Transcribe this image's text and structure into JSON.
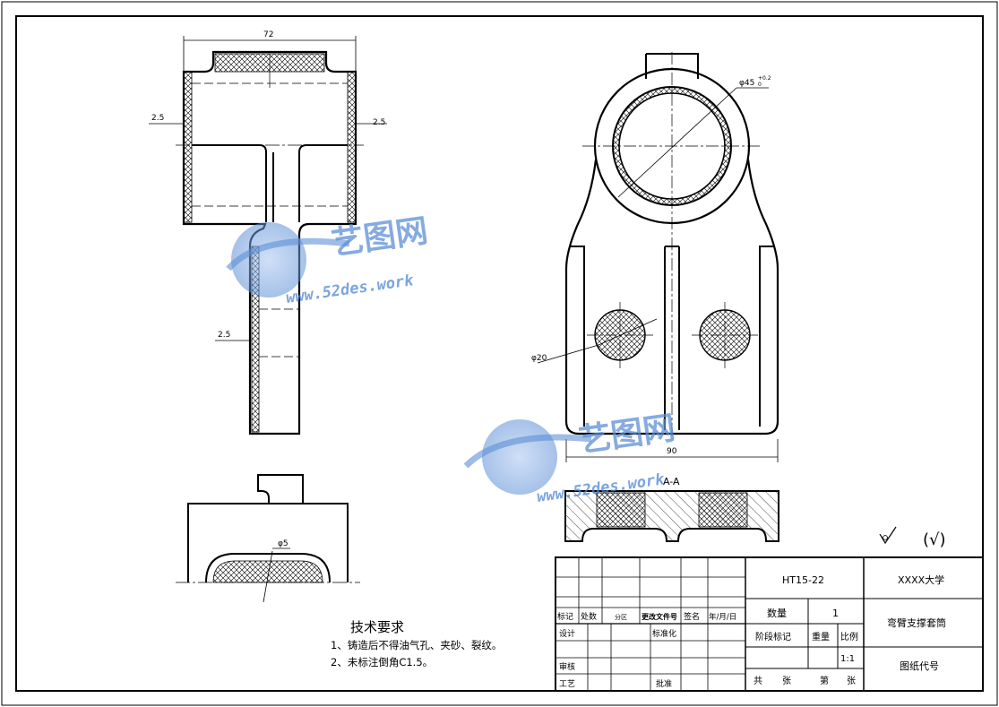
{
  "drawing": {
    "dimensions": {
      "top_width": "72",
      "left_wall": "2.5",
      "right_wall": "2.5",
      "stem_wall": "2.5",
      "hole_small": "φ5",
      "bore_main": "φ45",
      "bore_tol_upper": "+0.2",
      "bore_tol_lower": "0",
      "pin_dia": "φ20",
      "base_width": "90"
    },
    "section_label": "A-A",
    "roughness_symbol": "√",
    "roughness_paren": "(√)"
  },
  "technical_requirements": {
    "title": "技术要求",
    "items": [
      "1、铸造后不得油气孔、夹砂、裂纹。",
      "2、未标注倒角C1.5。"
    ]
  },
  "title_block": {
    "material": "HT15-22",
    "school": "XXXX大学",
    "part_name": "弯臂支撑套筒",
    "drawing_code_label": "图纸代号",
    "quantity_label": "数量",
    "quantity": "1",
    "stage_label": "阶段标记",
    "weight_label": "重量",
    "scale_label": "比例",
    "scale": "1:1",
    "total_label": "共",
    "sheet_unit_label": "张",
    "page_label": "第",
    "page_unit_label": "张",
    "rev_headers": [
      "标记",
      "处数",
      "分区",
      "更改文件号",
      "签名",
      "年/月/日"
    ],
    "design_label": "设计",
    "standard_label": "标准化",
    "review_label": "审核",
    "process_label": "工艺",
    "approve_label": "批准"
  },
  "watermark": {
    "brand_cn": "艺图网",
    "url": "www.52des.work"
  },
  "colors": {
    "line": "#000000",
    "watermark": "#5d8fd6"
  }
}
